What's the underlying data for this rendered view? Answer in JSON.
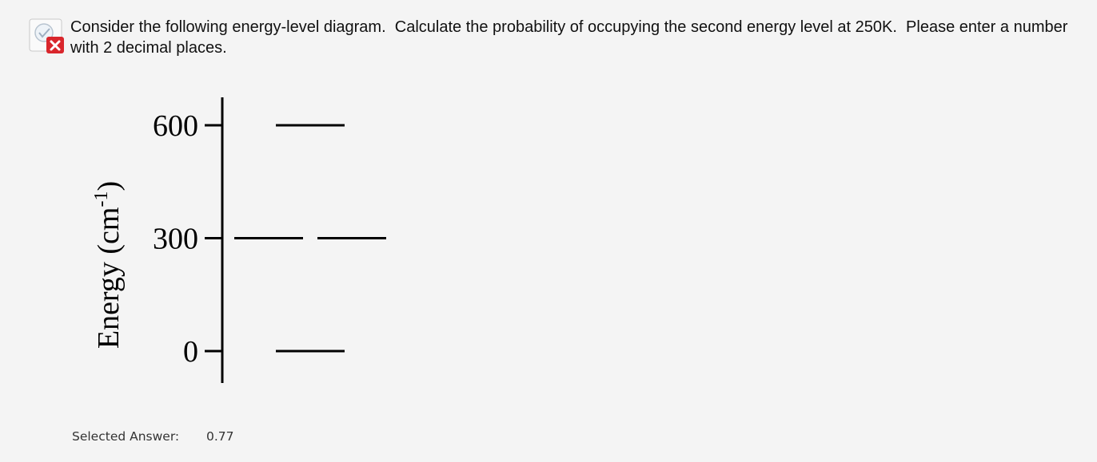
{
  "question": {
    "text": "Consider the following energy-level diagram.  Calculate the probability of occupying the second energy level at 250K.  Please enter a number with 2 decimal places.",
    "status_icon": "incorrect-x-icon",
    "status_color": "#d9262c"
  },
  "diagram": {
    "axis_label": "Energy (cm",
    "axis_label_superscript": "-1",
    "axis_label_close": ")",
    "ticks": [
      {
        "value": 600,
        "label": "600"
      },
      {
        "value": 300,
        "label": "300"
      },
      {
        "value": 0,
        "label": "0"
      }
    ],
    "levels": [
      {
        "energy": 600,
        "degeneracy": 1
      },
      {
        "energy": 300,
        "degeneracy": 2
      },
      {
        "energy": 0,
        "degeneracy": 1
      }
    ]
  },
  "answer": {
    "label": "Selected Answer:",
    "value": "0.77"
  }
}
